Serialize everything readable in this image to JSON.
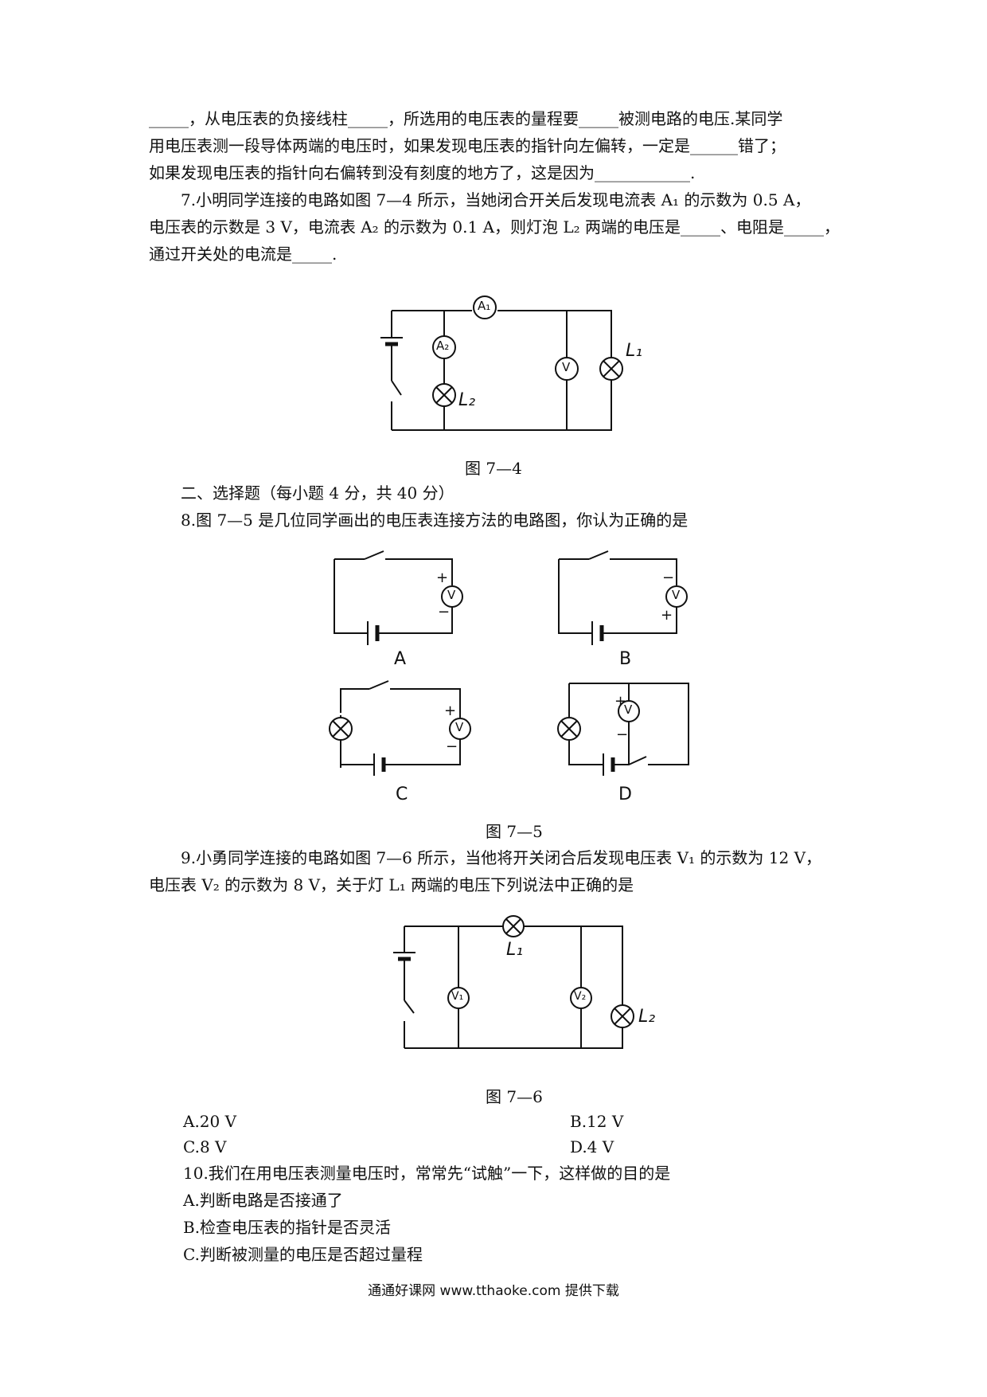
{
  "q6": {
    "line1": "_____，从电压表的负接线柱_____，所选用的电压表的量程要_____被测电路的电压.某同学",
    "line2": "用电压表测一段导体两端的电压时，如果发现电压表的指针向左偏转，一定是______错了；",
    "line3": "如果发现电压表的指针向右偏转到没有刻度的地方了，这是因为____________."
  },
  "q7": {
    "line1": "7.小明同学连接的电路如图 7—4 所示，当她闭合开关后发现电流表 A₁ 的示数为 0.5 A，",
    "line2": "电压表的示数是 3 V，电流表 A₂ 的示数为 0.1 A，则灯泡 L₂ 两端的电压是_____、电阻是_____，",
    "line3": "通过开关处的电流是_____."
  },
  "fig74": {
    "caption": "图 7—4",
    "a1": "A₁",
    "a2": "A₂",
    "v": "V",
    "l1": "L₁",
    "l2": "L₂"
  },
  "section2": {
    "heading": "二、选择题（每小题 4 分，共 40 分）"
  },
  "q8": {
    "text": "8.图 7—5 是几位同学画出的电压表连接方法的电路图，你认为正确的是"
  },
  "fig75": {
    "caption": "图 7—5",
    "labels": [
      "A",
      "B",
      "C",
      "D"
    ],
    "v": "V",
    "plus": "+",
    "minus": "−"
  },
  "q9": {
    "line1": "9.小勇同学连接的电路如图 7—6 所示，当他将开关闭合后发现电压表 V₁ 的示数为 12 V，",
    "line2": "电压表 V₂ 的示数为 8 V，关于灯 L₁ 两端的电压下列说法中正确的是"
  },
  "fig76": {
    "caption": "图 7—6",
    "v1": "V₁",
    "v2": "V₂",
    "l1": "L₁",
    "l2": "L₂"
  },
  "q9_options": {
    "a": "A.20 V",
    "b": "B.12 V",
    "c": "C.8 V",
    "d": "D.4 V"
  },
  "q10": {
    "text": "10.我们在用电压表测量电压时，常常先“试触”一下，这样做的目的是",
    "a": "A.判断电路是否接通了",
    "b": "B.检查电压表的指针是否灵活",
    "c": "C.判断被测量的电压是否超过量程"
  },
  "footer": "通通好课网 www.tthaoke.com 提供下载"
}
